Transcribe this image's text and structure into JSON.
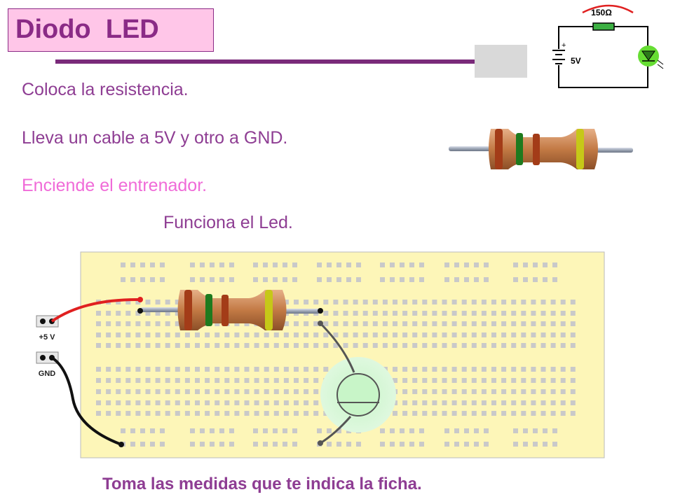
{
  "title": "Diodo  LED",
  "steps": [
    "Coloca la resistencia.",
    "Lleva un cable a 5V y otro a GND.",
    "Enciende el entrenador.",
    "Funciona el Led."
  ],
  "footer": "Toma las medidas que te indica la ficha.",
  "schematic": {
    "resistor_label": "150Ω",
    "voltage_label": "5V"
  },
  "breadboard": {
    "power_label": "+5 V",
    "ground_label": "GND"
  },
  "colors": {
    "title_text": "#8a2b86",
    "title_bg": "#ffc6e8",
    "step_text": "#8e3d93",
    "step_highlight": "#f06bd8",
    "breadboard_bg": "#fdf6b8",
    "resistor_body": "#c8834e",
    "wire_power": "#e02020",
    "wire_ground": "#111111"
  },
  "icons": [
    "resistor-icon",
    "led-icon",
    "battery-icon"
  ]
}
